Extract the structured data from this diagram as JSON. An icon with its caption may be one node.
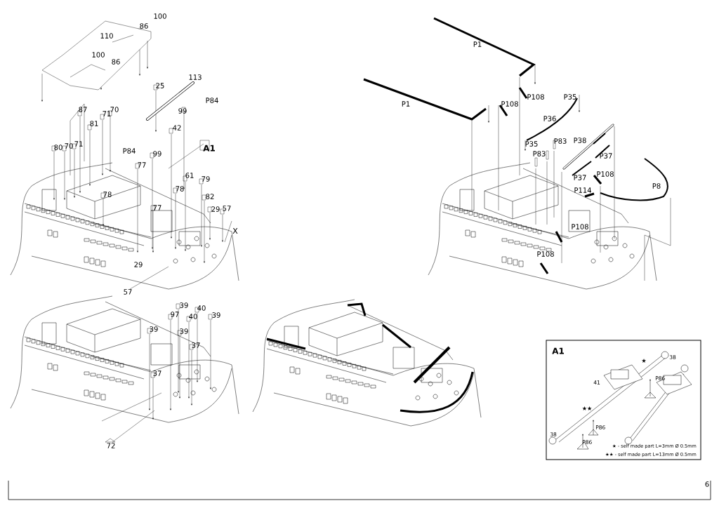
{
  "diagram": {
    "nodes": [
      {
        "text": [
          "A1",
          "38",
          "★",
          "41",
          "P86",
          "★★",
          "P86",
          "P86",
          "38",
          "★ - self made part L=3mm Ø 0.5mm",
          "★★ - self made part L=13mm Ø 0.5mm"
        ]
      }
    ],
    "labels": [
      "100",
      "86",
      "110",
      "100",
      "86",
      "113",
      "25",
      "P84",
      "87",
      "71",
      "70",
      "99",
      "81",
      "42",
      "80",
      "70",
      "71",
      "P84",
      "99",
      "A1",
      "77",
      "61",
      "79",
      "78",
      "78",
      "82",
      "77",
      "29",
      "57",
      "X",
      "29",
      "57",
      "39",
      "40",
      "97",
      "40",
      "39",
      "39",
      "39",
      "37",
      "37",
      "72",
      "P1",
      "P1",
      "P108",
      "P108",
      "P35",
      "P36",
      "P35",
      "P83",
      "P38",
      "P83",
      "P37",
      "P37",
      "P108",
      "P114",
      "P8",
      "P108",
      "P108",
      "6"
    ]
  }
}
